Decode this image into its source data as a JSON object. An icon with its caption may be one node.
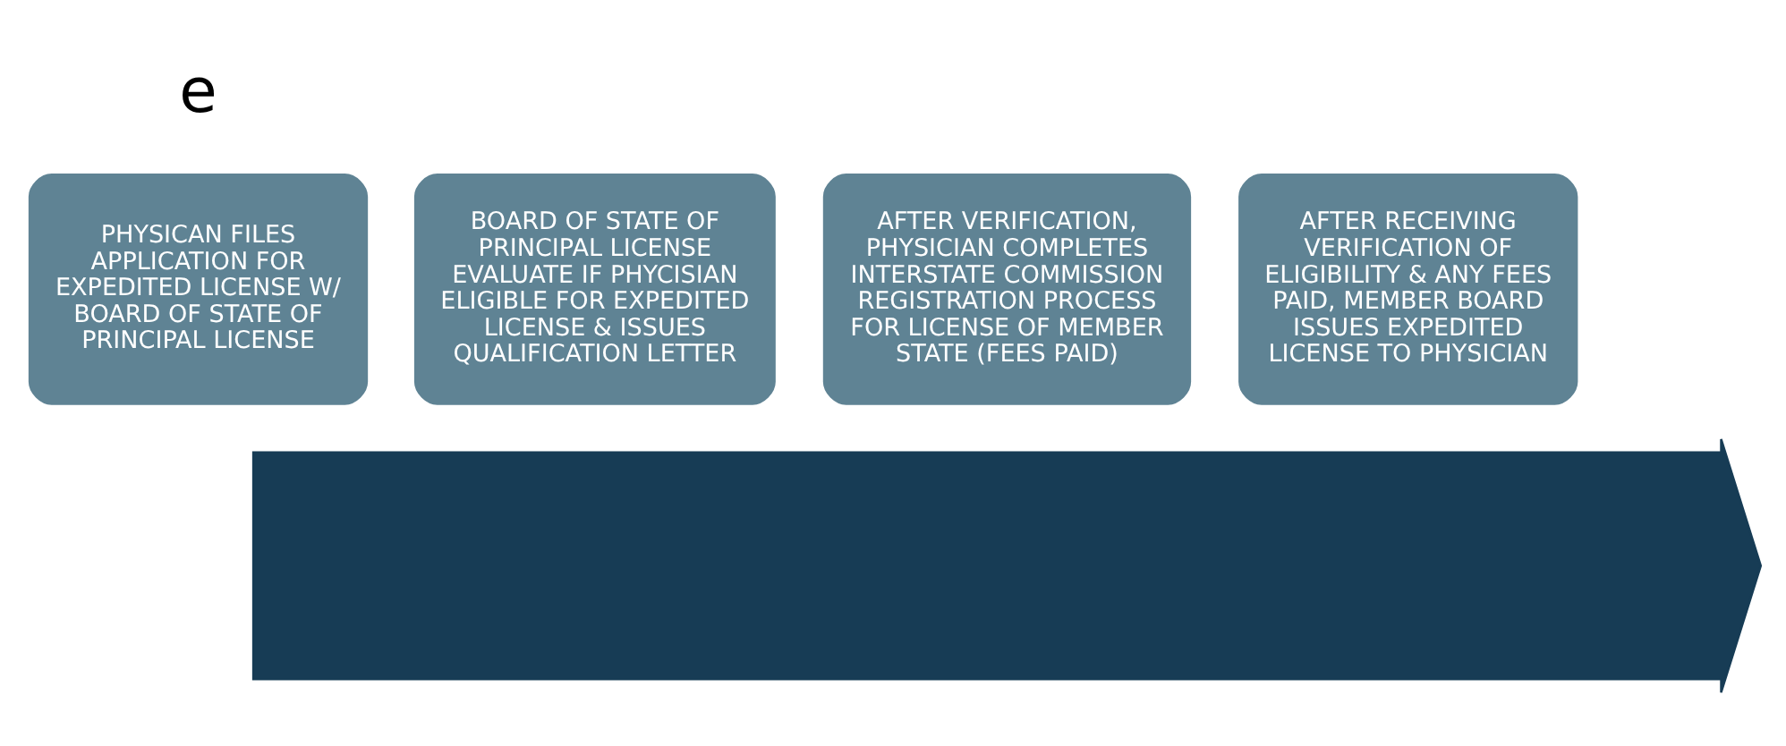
{
  "diagram": {
    "nodes": [
      {
        "text": [],
        "shape": "arrow"
      },
      {
        "text": [
          "PHYSICAN FILES APPLICATION FOR EXPEDITED LICENSE W/ BOARD OF STATE OF PRINCIPAL LICENSE"
        ]
      },
      {
        "text": [
          "BOARD OF STATE OF PRINCIPAL LICENSE EVALUATE IF PHYCISIAN ELIGIBLE FOR EXPEDITED LICENSE & ISSUES QUALIFICATION LETTER"
        ]
      },
      {
        "text": [
          "AFTER VERIFICATION, PHYSICIAN COMPLETES INTERSTATE COMMISSION REGISTRATION PROCESS FOR LICENSE OF MEMBER STATE (FEES PAID)"
        ]
      },
      {
        "text": [
          "AFTER RECEIVING VERIFICATION OF ELIGIBILITY & ANY FEES PAID, MEMBER BOARD ISSUES EXPEDITED LICENSE TO PHYSICIAN"
        ]
      }
    ],
    "edges": [],
    "labels": [
      "e"
    ]
  }
}
